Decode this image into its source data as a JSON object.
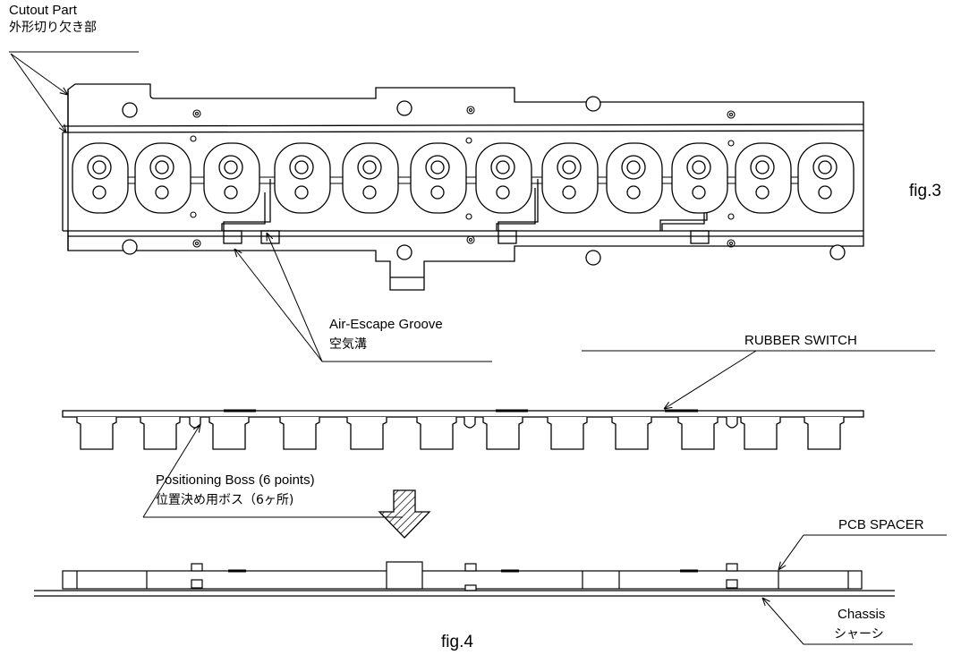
{
  "labels": {
    "cutout_en": "Cutout Part",
    "cutout_jp": "外形切り欠き部",
    "fig3": "fig.3",
    "air_en": "Air-Escape Groove",
    "air_jp": "空気溝",
    "rubber": "RUBBER SWITCH",
    "boss_en": "Positioning Boss (6 points)",
    "boss_jp": "位置決め用ボス（6ヶ所)",
    "pcb": "PCB SPACER",
    "chassis_en": "Chassis",
    "chassis_jp": "シャーシ",
    "fig4": "fig.4"
  },
  "colors": {
    "line": "#000000",
    "background": "#ffffff"
  },
  "figure": {
    "key_count": 12,
    "positioning_boss_count": 6
  }
}
